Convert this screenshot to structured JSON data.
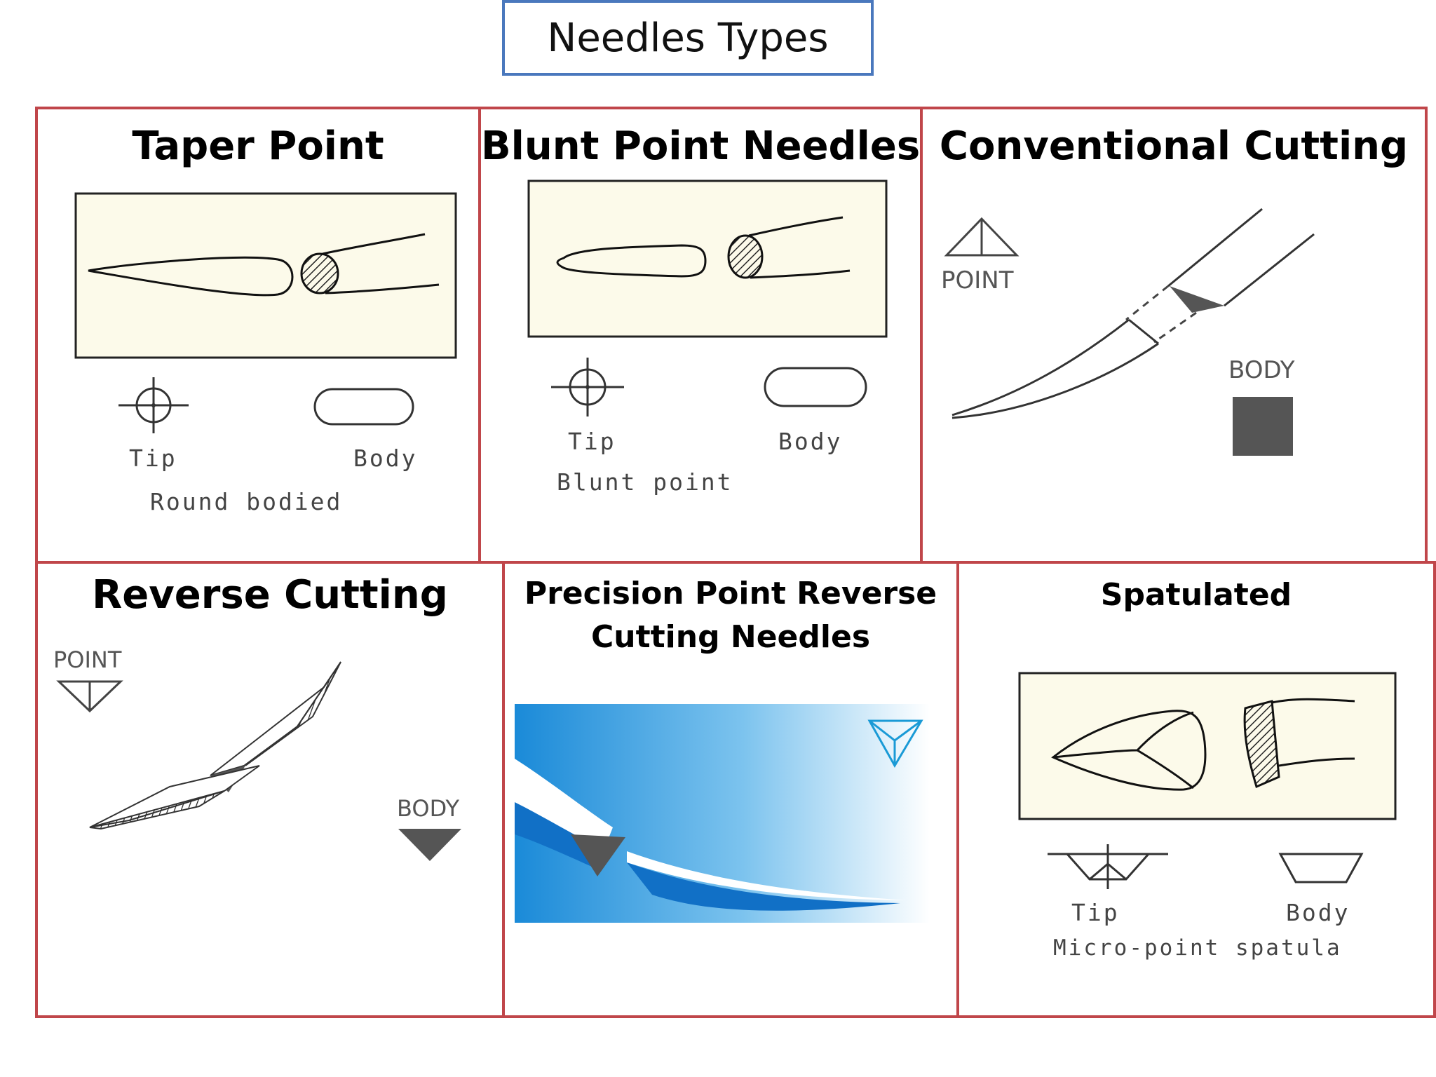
{
  "title": "Needles Types",
  "colors": {
    "title_border": "#4a78bd",
    "panel_border": "#c0464a",
    "figure_bg": "#fcfaea",
    "precision_blue": "#1a8ad8"
  },
  "panels": {
    "taper": {
      "title": "Taper Point",
      "tip_label": "Tip",
      "body_label": "Body",
      "caption": "Round bodied"
    },
    "blunt": {
      "title": "Blunt Point Needles",
      "tip_label": "Tip",
      "body_label": "Body",
      "caption": "Blunt point"
    },
    "conventional": {
      "title": "Conventional Cutting",
      "point_label": "POINT",
      "body_label": "BODY"
    },
    "reverse": {
      "title": "Reverse Cutting",
      "point_label": "POINT",
      "body_label": "BODY"
    },
    "precision": {
      "title_line1": "Precision Point Reverse",
      "title_line2": "Cutting Needles"
    },
    "spatulated": {
      "title": "Spatulated",
      "tip_label": "Tip",
      "body_label": "Body",
      "caption": "Micro-point  spatula"
    }
  },
  "icons": [
    "crosshair-icon",
    "rounded-body-icon",
    "triangle-point-icon",
    "square-body-icon",
    "inverted-triangle-icon",
    "trapezoid-body-icon"
  ]
}
